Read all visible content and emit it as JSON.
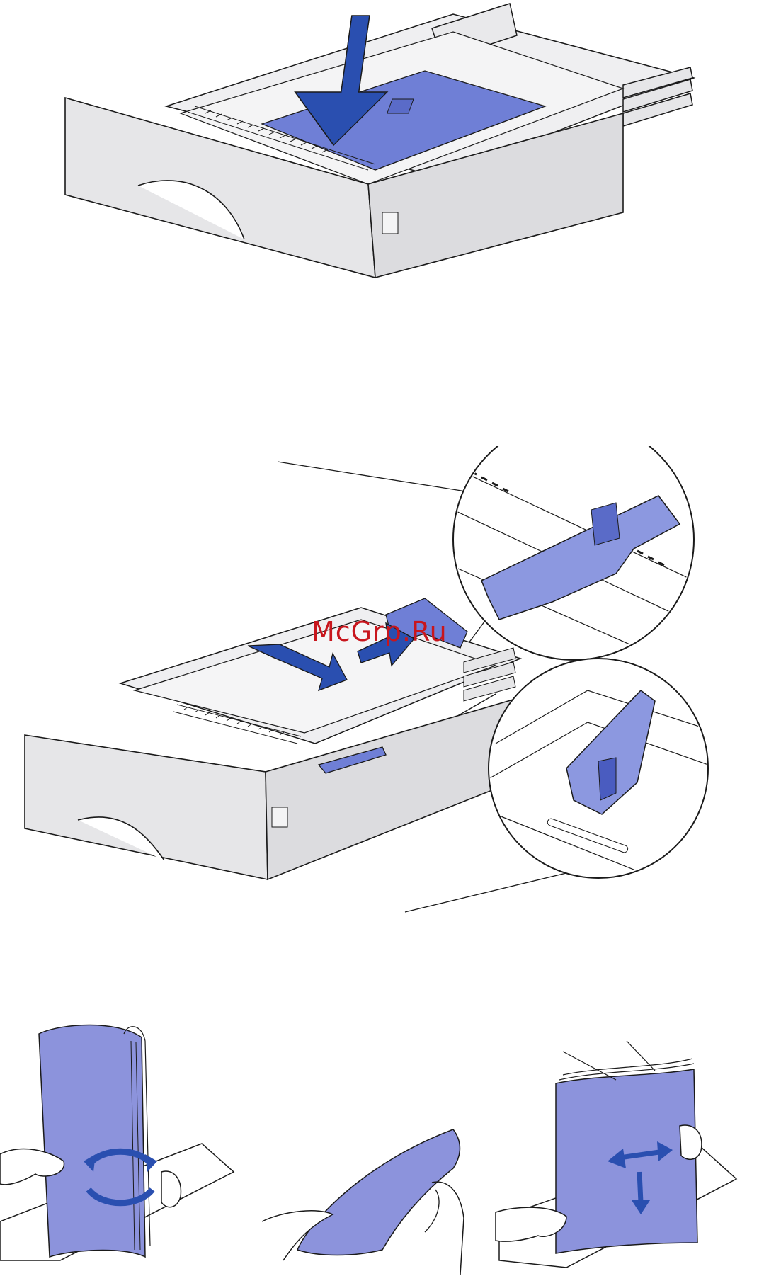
{
  "watermark": {
    "text": "McGrp.Ru",
    "color": "#c8161d"
  },
  "colors": {
    "part_blue": "#6f7fd6",
    "arrow_blue": "#2a4fb0",
    "paper_blue": "#8c93dc",
    "tray_gray": "#e6e6e8",
    "line": "#1a1a1a"
  },
  "figures": [
    {
      "id": "tray-press-plate",
      "icon": "tray-with-down-arrow"
    },
    {
      "id": "tray-guides-callouts",
      "icon": "tray-with-guide-arrows-and-zoom-circles"
    },
    {
      "id": "flex-paper-stack",
      "icon": "hands-flexing-paper"
    }
  ]
}
